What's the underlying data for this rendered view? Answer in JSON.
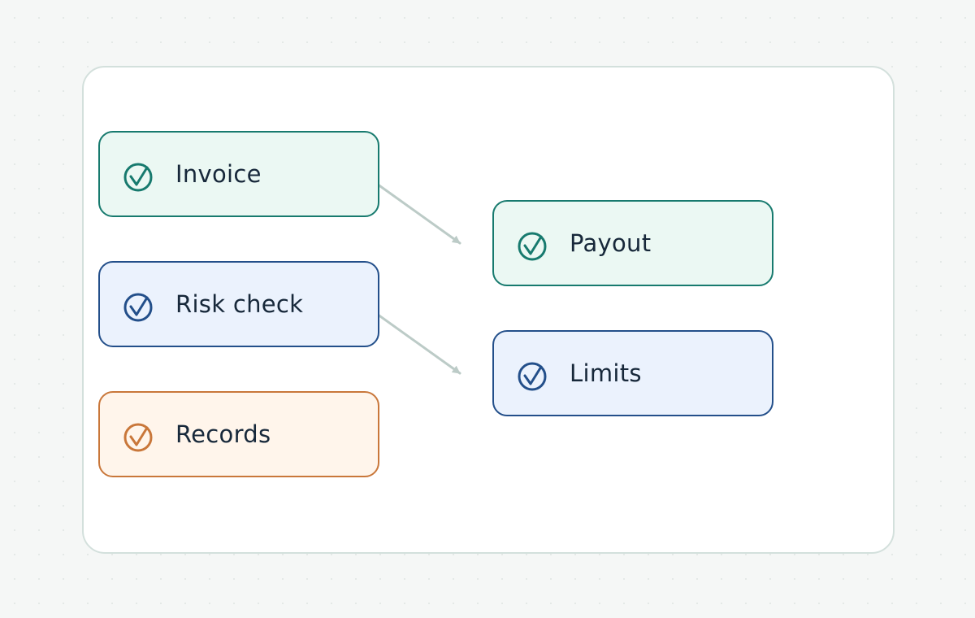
{
  "theme": {
    "teal": {
      "stroke": "#177a6e",
      "fill": "#ebf8f3"
    },
    "blue": {
      "stroke": "#234f8a",
      "fill": "#ebf2fd"
    },
    "orange": {
      "stroke": "#c9773a",
      "fill": "#fff5eb"
    },
    "connector": "#bccbc7"
  },
  "nodes": [
    {
      "id": "invoice",
      "label": "Invoice",
      "theme": "teal",
      "icon": "check-circle-icon"
    },
    {
      "id": "risk-check",
      "label": "Risk check",
      "theme": "blue",
      "icon": "check-circle-icon"
    },
    {
      "id": "records",
      "label": "Records",
      "theme": "orange",
      "icon": "check-circle-icon"
    },
    {
      "id": "payout",
      "label": "Payout",
      "theme": "teal",
      "icon": "check-circle-icon"
    },
    {
      "id": "limits",
      "label": "Limits",
      "theme": "blue",
      "icon": "check-circle-icon"
    }
  ],
  "edges": [
    {
      "from": "invoice",
      "to": "payout"
    },
    {
      "from": "risk-check",
      "to": "limits"
    }
  ]
}
